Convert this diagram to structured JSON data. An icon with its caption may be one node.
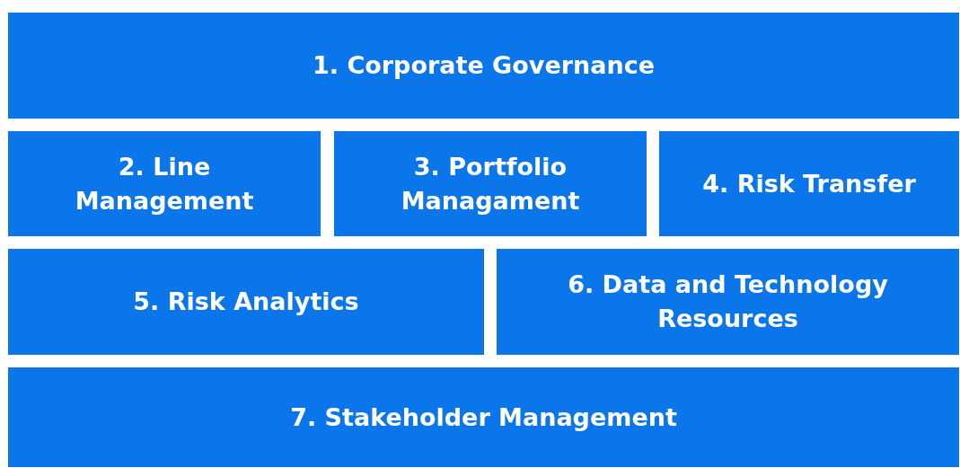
{
  "diagram": {
    "nodes": [
      {
        "text": [
          "1. Corporate Governance"
        ]
      },
      {
        "text": [
          "2. Line Management"
        ]
      },
      {
        "text": [
          "3. Portfolio Managament"
        ]
      },
      {
        "text": [
          "4. Risk Transfer"
        ]
      },
      {
        "text": [
          "5. Risk Analytics"
        ]
      },
      {
        "text": [
          "6. Data and Technology Resources"
        ]
      },
      {
        "text": [
          "7. Stakeholder Management"
        ]
      }
    ]
  }
}
